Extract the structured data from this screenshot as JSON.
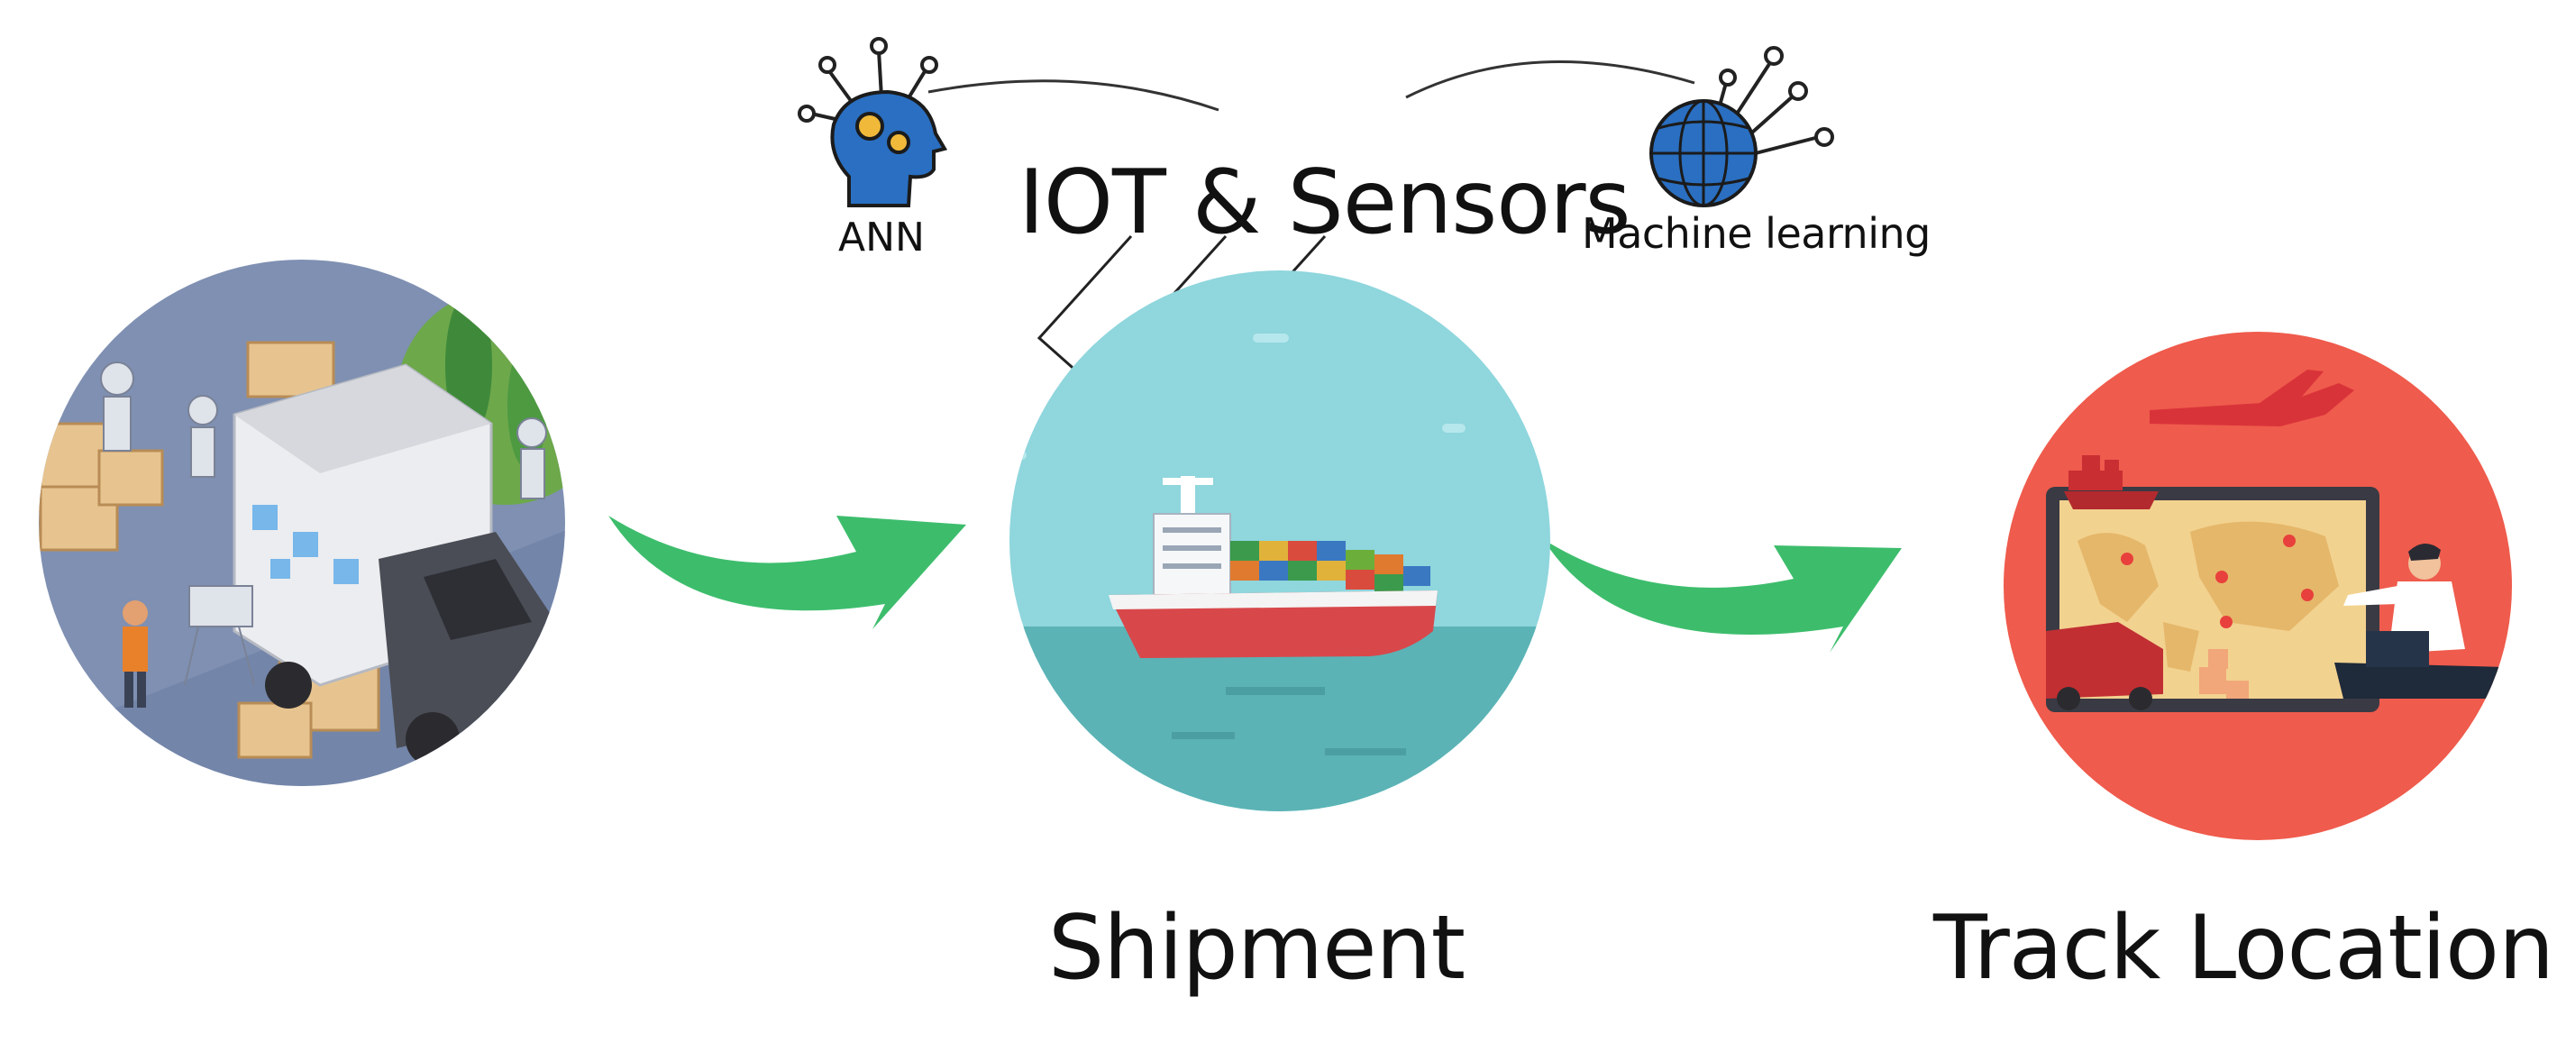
{
  "labels": {
    "title": "IOT &  Sensors",
    "ann": "ANN",
    "machine_learning": "Machine learning",
    "shipment": "Shipment",
    "track_location": "Track Location"
  },
  "icons": {
    "warehouse": "warehouse-robots-truck-illustration",
    "ship": "cargo-ship-illustration",
    "tracking": "map-tracking-illustration",
    "ann": "brain-gears-icon",
    "ml": "globe-network-icon"
  },
  "colors": {
    "arrow_green": "#3dbd6c",
    "warehouse_bg": "#7f90b2",
    "ship_bg": "#8fd6dd",
    "tracking_bg": "#ef5b4c",
    "icon_blue": "#2a6fc1"
  }
}
